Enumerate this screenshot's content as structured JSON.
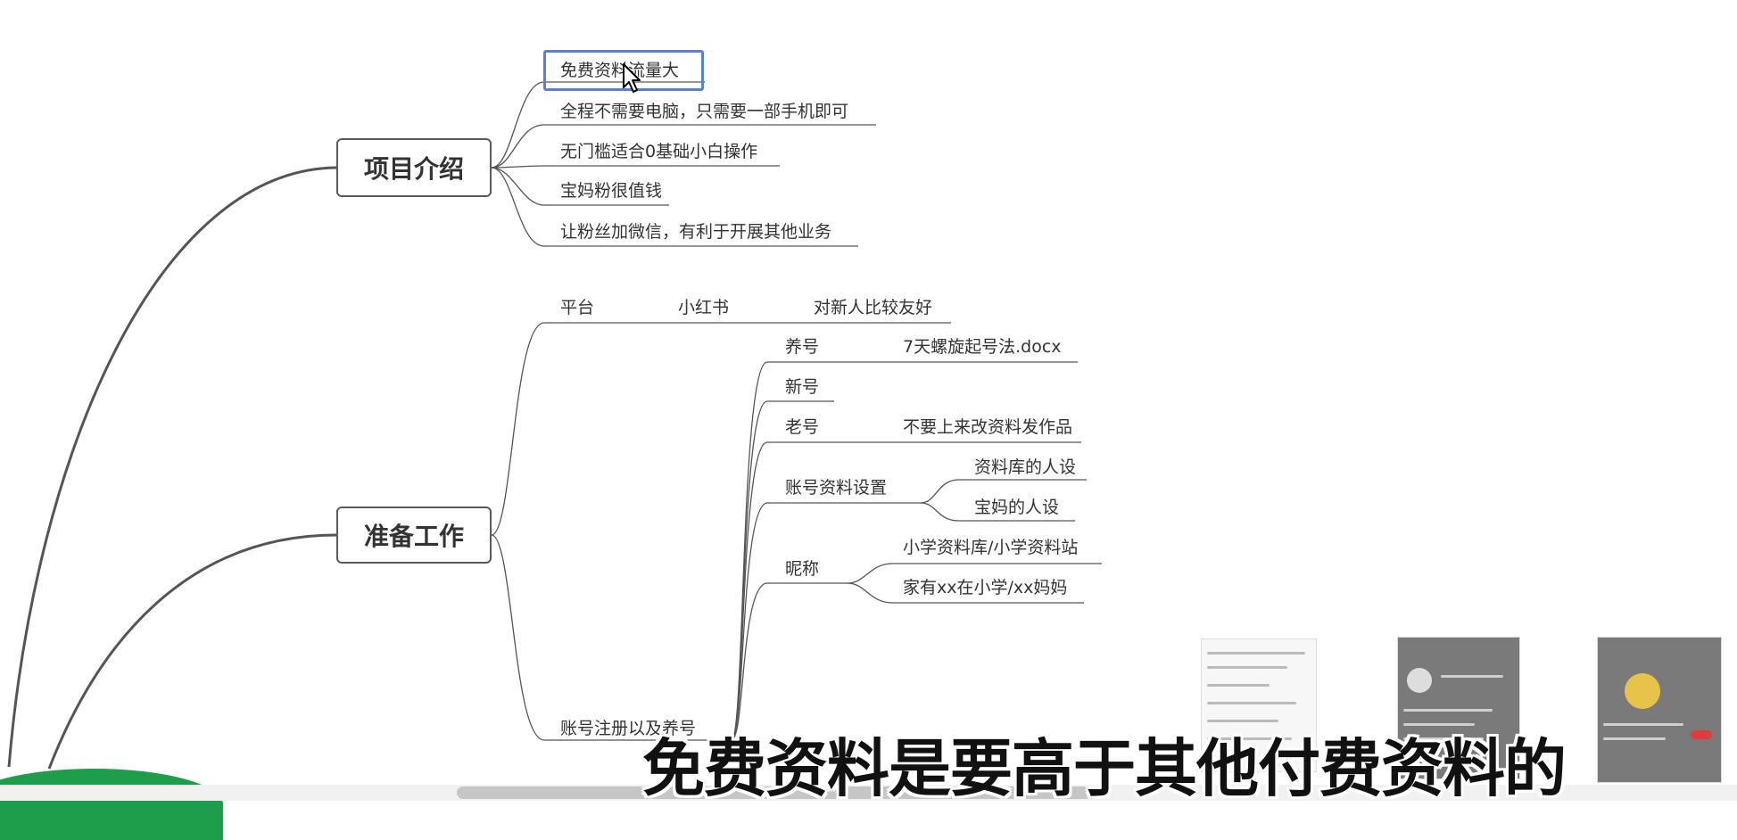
{
  "mindmap": {
    "branches": [
      {
        "title": "项目介绍",
        "items": [
          "免费资料流量大",
          "全程不需要电脑，只需要一部手机即可",
          "无门槛适合0基础小白操作",
          "宝妈粉很值钱",
          "让粉丝加微信，有利于开展其他业务"
        ]
      },
      {
        "title": "准备工作",
        "platform": {
          "label": "平台",
          "value": "小红书",
          "note": "对新人比较友好"
        },
        "account": {
          "label": "账号注册以及养号",
          "children": {
            "yanghao": {
              "label": "养号",
              "detail": "7天螺旋起号法.docx"
            },
            "xinhao": {
              "label": "新号"
            },
            "laohao": {
              "label": "老号",
              "detail": "不要上来改资料发作品"
            },
            "profile": {
              "label": "账号资料设置",
              "items": [
                "资料库的人设",
                "宝妈的人设"
              ]
            },
            "nickname": {
              "label": "昵称",
              "items": [
                "小学资料库/小学资料站",
                "家有xx在小学/xx妈妈"
              ]
            }
          }
        }
      }
    ]
  },
  "subtitle": "免费资料是要高于其他付费资料的",
  "colors": {
    "line": "#555555",
    "selection": "#5b7fd6",
    "accent_green": "#1e9e4a"
  }
}
